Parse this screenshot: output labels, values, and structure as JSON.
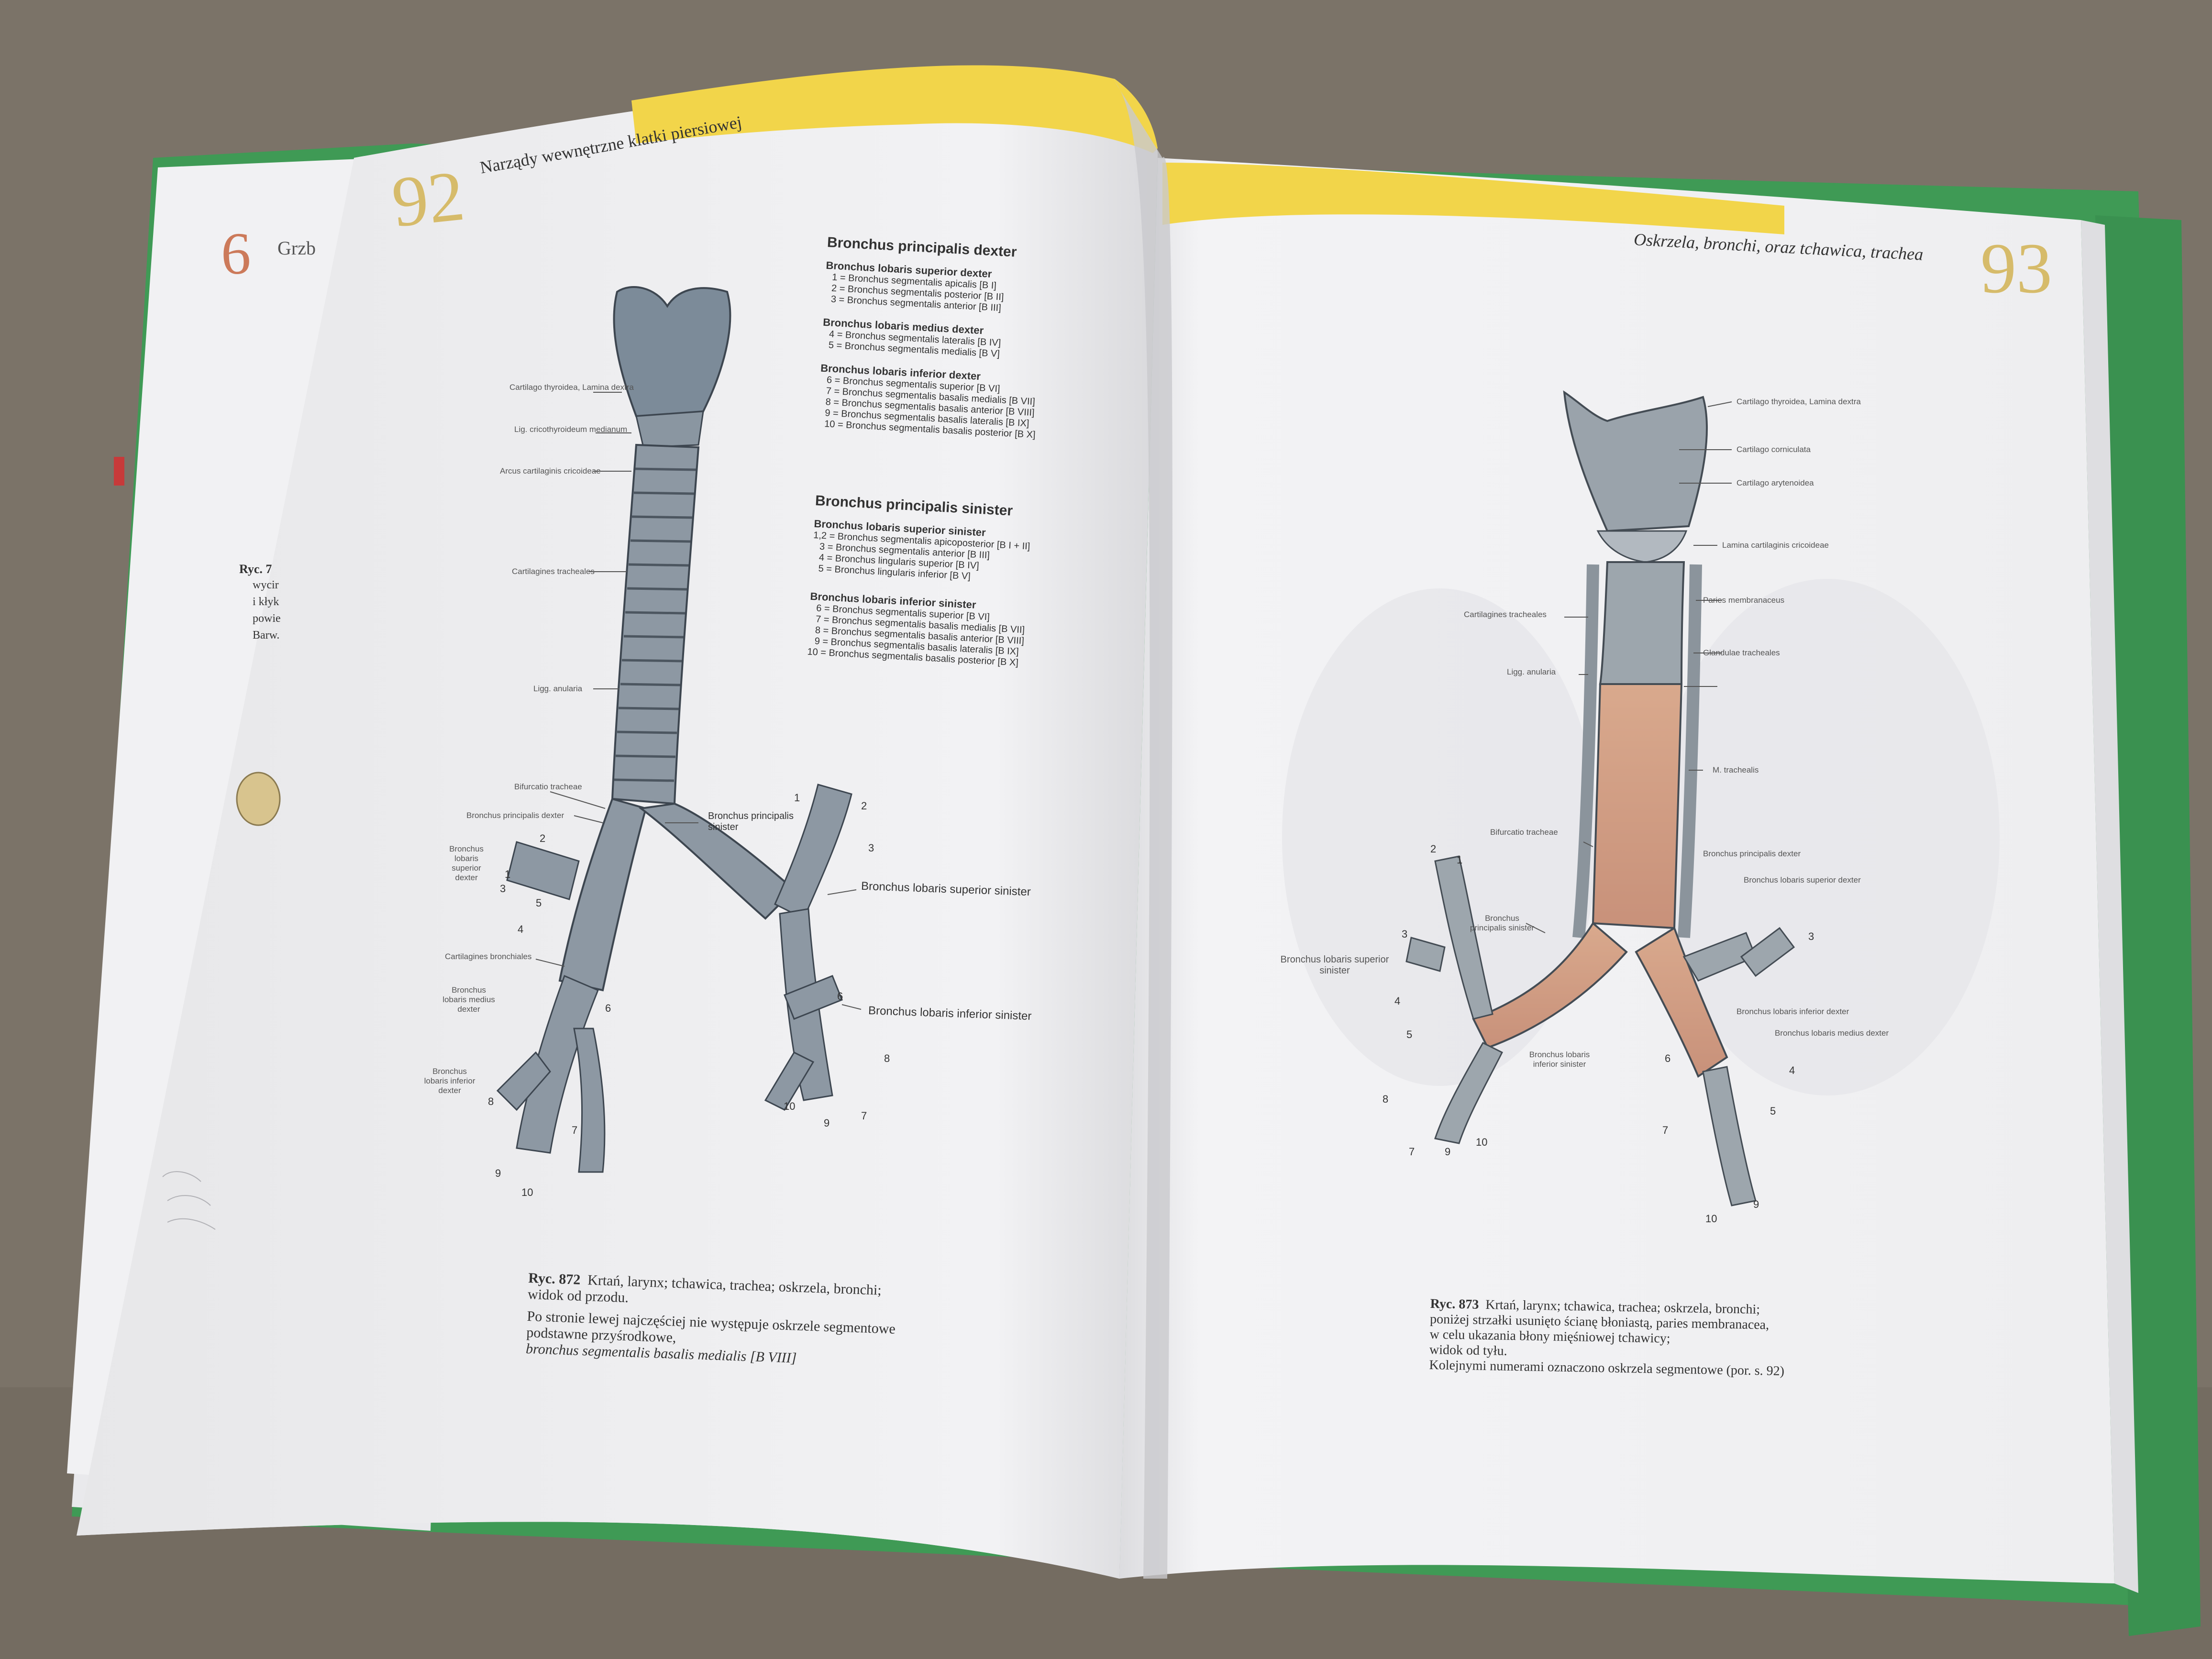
{
  "left_page": {
    "page_number": "92",
    "running_head": "Narządy wewnętrzne klatki piersiowej",
    "bronchus_dexter": {
      "heading": "Bronchus principalis dexter",
      "superior": {
        "heading": "Bronchus lobaris superior dexter",
        "items": [
          "1 = Bronchus segmentalis apicalis [B I]",
          "2 = Bronchus segmentalis posterior [B II]",
          "3 = Bronchus segmentalis anterior [B III]"
        ]
      },
      "medius": {
        "heading": "Bronchus lobaris medius dexter",
        "items": [
          "4 = Bronchus segmentalis lateralis [B IV]",
          "5 = Bronchus segmentalis medialis [B V]"
        ]
      },
      "inferior": {
        "heading": "Bronchus lobaris inferior dexter",
        "items": [
          "6 = Bronchus segmentalis superior [B VI]",
          "7 = Bronchus segmentalis basalis medialis [B VII]",
          "8 = Bronchus segmentalis basalis anterior [B VIII]",
          "9 = Bronchus segmentalis basalis lateralis [B IX]",
          "10 = Bronchus segmentalis basalis posterior [B X]"
        ]
      }
    },
    "bronchus_sinister": {
      "heading": "Bronchus principalis sinister",
      "superior": {
        "heading": "Bronchus lobaris superior sinister",
        "items": [
          "1,2 = Bronchus segmentalis apicoposterior [B I + II]",
          "3 = Bronchus segmentalis anterior [B III]",
          "4 = Bronchus lingularis superior [B IV]",
          "5 = Bronchus lingularis inferior [B V]"
        ]
      },
      "inferior": {
        "heading": "Bronchus lobaris inferior sinister",
        "items": [
          "6 = Bronchus segmentalis superior [B VI]",
          "7 = Bronchus segmentalis basalis medialis [B VII]",
          "8 = Bronchus segmentalis basalis anterior [B VIII]",
          "9 = Bronchus segmentalis basalis lateralis [B IX]",
          "10 = Bronchus segmentalis basalis posterior [B X]"
        ]
      }
    },
    "figure_labels": {
      "cart_thyroidea": "Cartilago thyroidea, Lamina dextra",
      "lig_thyrohyoideum": "Lig. cricothyroideum medianum",
      "arcus_cricoideae": "Arcus cartilaginis cricoideae",
      "cart_tracheales": "Cartilagines tracheales",
      "ligg_anularia": "Ligg. anularia",
      "bifurcatio": "Bifurcatio tracheae",
      "bronchus_pd": "Bronchus principalis dexter",
      "bronchus_lsd": "Bronchus lobaris superior dexter",
      "cart_bronchiales": "Cartilagines bronchiales",
      "bronchus_lmd": "Bronchus lobaris medius dexter",
      "bronchus_lid": "Bronchus lobaris inferior dexter",
      "bronchus_ps": "Bronchus principalis sinister",
      "bronchus_lss": "Bronchus lobaris superior sinister",
      "bronchus_lis": "Bronchus lobaris inferior sinister"
    },
    "segment_numbers": [
      "1",
      "2",
      "3",
      "4",
      "5",
      "6",
      "8",
      "10",
      "9",
      "7",
      "1",
      "2",
      "3",
      "6",
      "7",
      "8",
      "10",
      "9"
    ],
    "caption": {
      "ref": "Ryc. 872",
      "line1": "Krtań, larynx; tchawica, trachea; oskrzela, bronchi;",
      "line2": "widok od przodu.",
      "line3": "Po stronie lewej najczęściej nie występuje oskrzele segmentowe",
      "line4": "podstawne przyśrodkowe,",
      "line5": "bronchus segmentalis basalis medialis [B VIII]"
    }
  },
  "right_page": {
    "page_number": "93",
    "running_head": "Oskrzela, bronchi, oraz tchawica, trachea",
    "figure_labels": {
      "cart_thyroidea": "Cartilago thyroidea, Lamina dextra",
      "cart_corniculata": "Cartilago corniculata",
      "cart_arytenoidea": "Cartilago arytenoidea",
      "lamina_cricoideae": "Lamina cartilaginis cricoideae",
      "paries_membranaceus": "Paries membranaceus",
      "cart_tracheales": "Cartilagines tracheales",
      "glandulae": "Glandulae tracheales",
      "ligg_anularia": "Ligg. anularia",
      "m_trachealis": "M. trachealis",
      "bifurcatio": "Bifurcatio tracheae",
      "bronchus_pd": "Bronchus principalis dexter",
      "bronchus_lsd": "Bronchus lobaris superior dexter",
      "bronchus_ps": "Bronchus principalis sinister",
      "bronchus_lss": "Bronchus lobaris superior sinister",
      "bronchus_lid": "Bronchus lobaris inferior dexter",
      "bronchus_lmd": "Bronchus lobaris medius dexter",
      "bronchus_lis": "Bronchus lobaris inferior sinister"
    },
    "segment_numbers": [
      "2",
      "1",
      "3",
      "4",
      "5",
      "8",
      "7",
      "9",
      "10",
      "3",
      "4",
      "5",
      "6",
      "7",
      "10",
      "9"
    ],
    "caption": {
      "ref": "Ryc. 873",
      "line1": "Krtań, larynx; tchawica, trachea; oskrzela, bronchi;",
      "line2": "poniżej strzałki usunięto ścianę błoniastą, paries membranacea,",
      "line3": "w celu ukazania błony mięśniowej tchawicy;",
      "line4": "widok od tyłu.",
      "line5": "Kolejnymi numerami oznaczono oskrzela segmentowe (por. s. 92)"
    }
  },
  "back_page": {
    "chapter_number": "6",
    "chapter_title_fragment": "Grzb",
    "caption_fragment": "Ryc. 7",
    "fragments": [
      "wycir",
      "i kłyk",
      "powie",
      "Barw."
    ]
  }
}
